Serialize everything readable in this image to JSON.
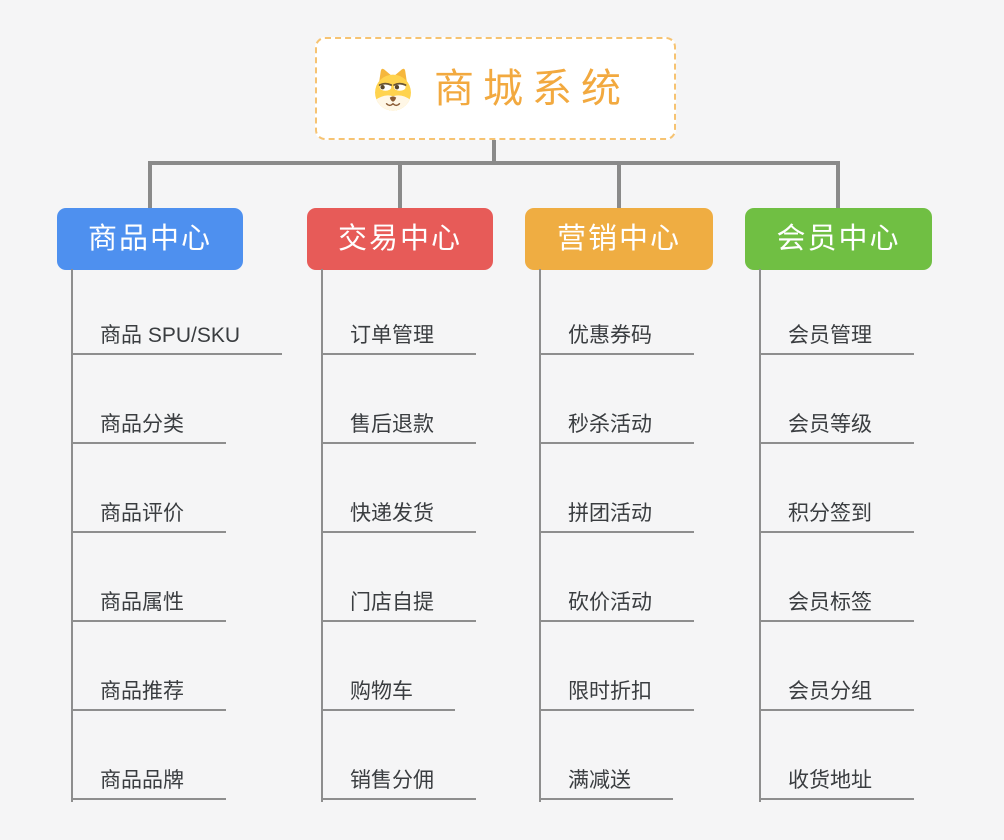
{
  "root": {
    "title": "商城系统",
    "icon": "dog-face-icon",
    "accent_color": "#f2a93f",
    "border_color": "#f6c372"
  },
  "branches": [
    {
      "label": "商品中心",
      "color": "#4e90ef",
      "items": [
        "商品 SPU/SKU",
        "商品分类",
        "商品评价",
        "商品属性",
        "商品推荐",
        "商品品牌"
      ]
    },
    {
      "label": "交易中心",
      "color": "#e75b58",
      "items": [
        "订单管理",
        "售后退款",
        "快递发货",
        "门店自提",
        "购物车",
        "销售分佣"
      ]
    },
    {
      "label": "营销中心",
      "color": "#efad42",
      "items": [
        "优惠券码",
        "秒杀活动",
        "拼团活动",
        "砍价活动",
        "限时折扣",
        "满减送"
      ]
    },
    {
      "label": "会员中心",
      "color": "#70bf43",
      "items": [
        "会员管理",
        "会员等级",
        "积分签到",
        "会员标签",
        "会员分组",
        "收货地址"
      ]
    }
  ],
  "connector_color": "#8a8a8a"
}
